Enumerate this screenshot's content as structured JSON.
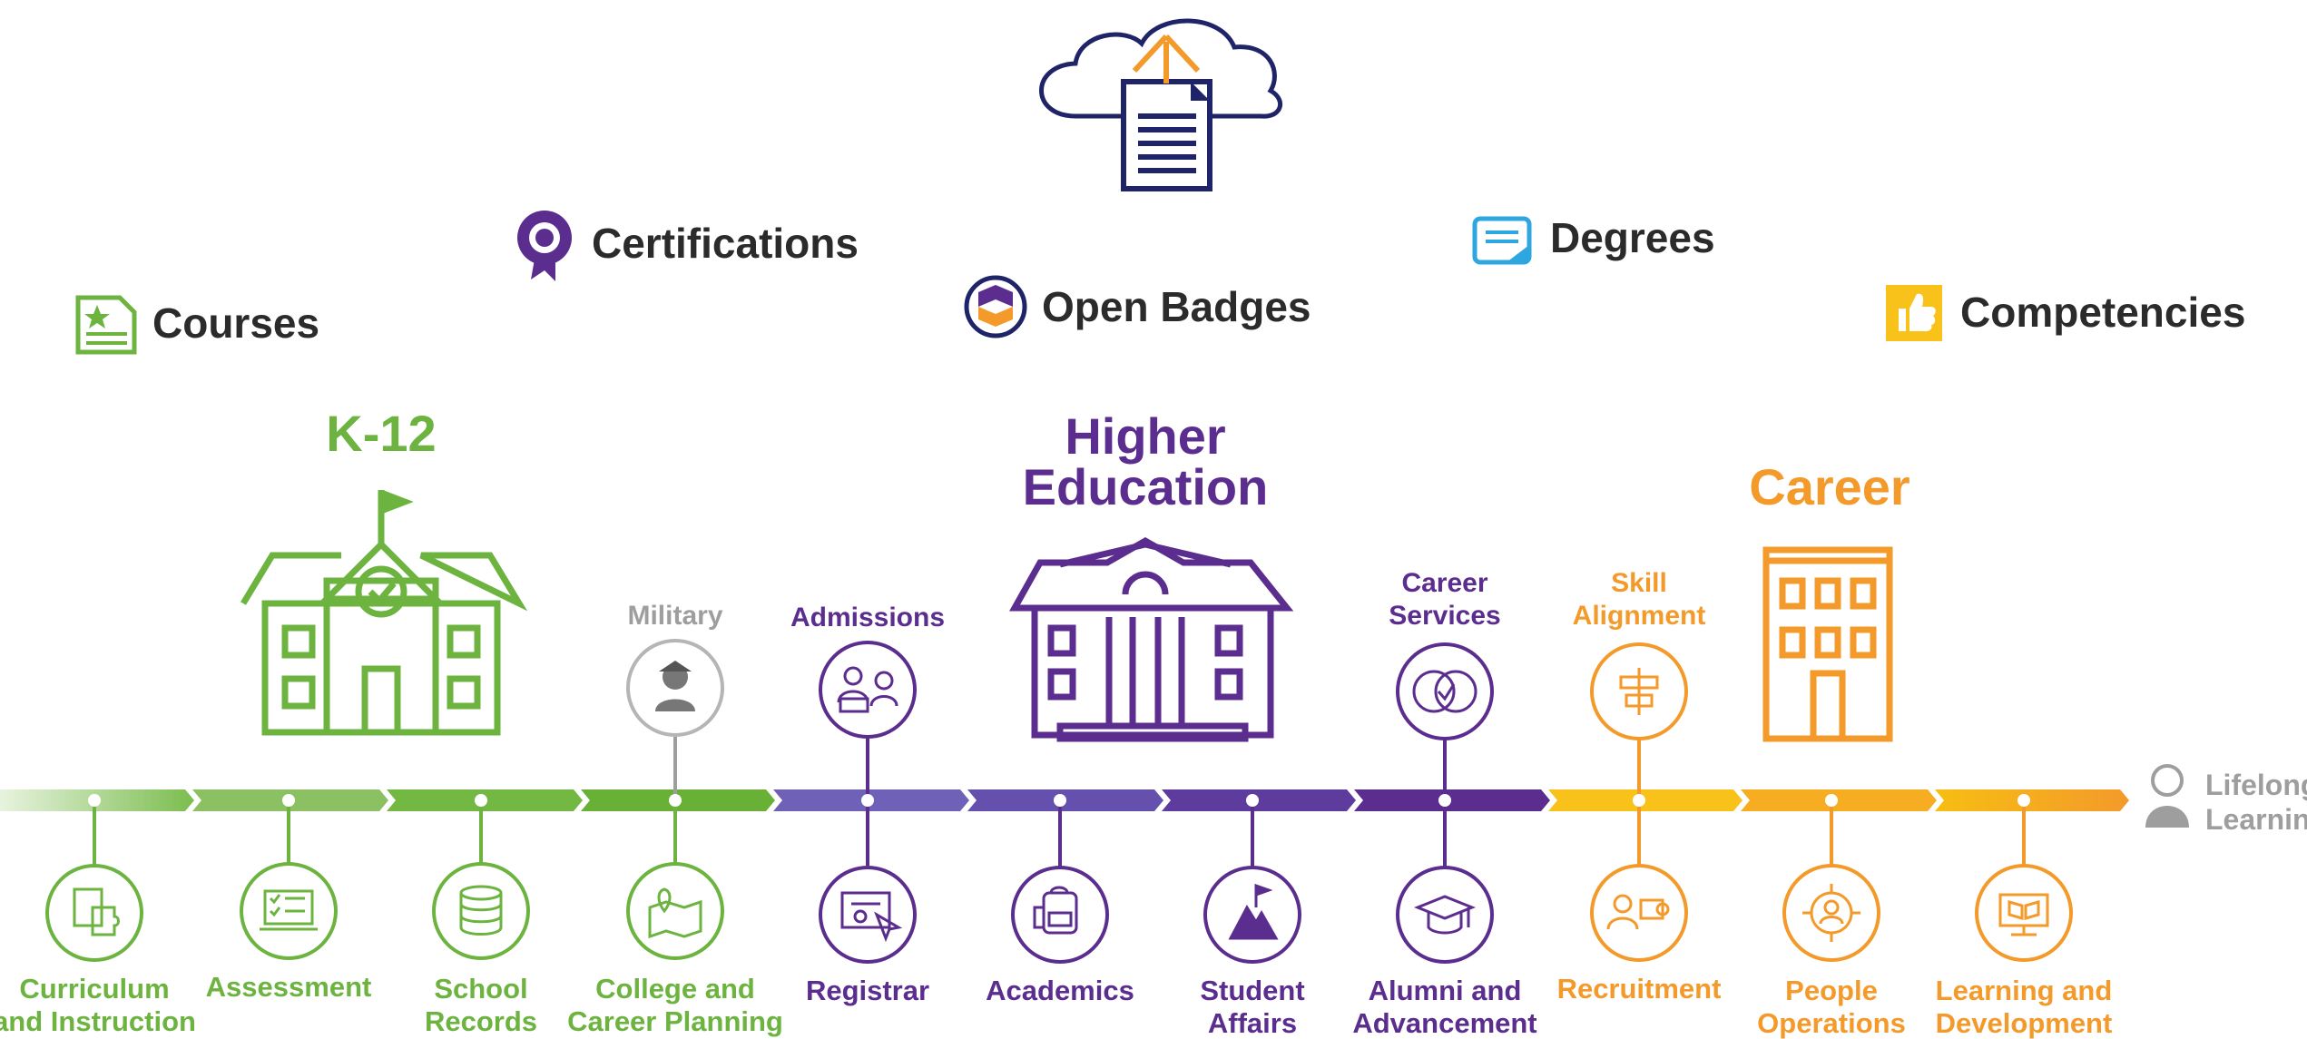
{
  "cloud": {
    "icon": "cloud-upload-document-icon"
  },
  "credentials": [
    {
      "label": "Courses",
      "icon": "certificate-star-icon"
    },
    {
      "label": "Certifications",
      "icon": "ribbon-badge-icon"
    },
    {
      "label": "Open Badges",
      "icon": "open-badges-icon"
    },
    {
      "label": "Degrees",
      "icon": "diploma-icon"
    },
    {
      "label": "Competencies",
      "icon": "thumbs-up-icon"
    }
  ],
  "stages": {
    "k12": {
      "title": "K-12",
      "color": "#6db33f",
      "icon": "schoolhouse-icon"
    },
    "higher": {
      "title_line1": "Higher",
      "title_line2": "Education",
      "color": "#5b2d8e",
      "icon": "university-icon"
    },
    "career": {
      "title": "Career",
      "color": "#f39a2b",
      "icon": "office-building-icon"
    }
  },
  "upper_nodes": [
    {
      "lines": [
        "Military"
      ],
      "icon": "soldier-icon",
      "color": "#9e9e9e"
    },
    {
      "lines": [
        "Admissions"
      ],
      "icon": "applicants-icon",
      "color": "#5b2d8e"
    },
    {
      "lines": [
        "Career",
        "Services"
      ],
      "icon": "venn-check-icon",
      "color": "#5b2d8e"
    },
    {
      "lines": [
        "Skill",
        "Alignment"
      ],
      "icon": "alignment-icon",
      "color": "#f39a2b"
    }
  ],
  "lower_nodes": [
    {
      "lines": [
        "Curriculum",
        "and Instruction"
      ],
      "icon": "puzzle-document-icon",
      "color": "#6db33f"
    },
    {
      "lines": [
        "Assessment"
      ],
      "icon": "checklist-monitor-icon",
      "color": "#6db33f"
    },
    {
      "lines": [
        "School",
        "Records"
      ],
      "icon": "database-icon",
      "color": "#6db33f"
    },
    {
      "lines": [
        "College and",
        "Career Planning"
      ],
      "icon": "map-pin-icon",
      "color": "#6db33f"
    },
    {
      "lines": [
        "Registrar"
      ],
      "icon": "certificate-pointer-icon",
      "color": "#5b2d8e"
    },
    {
      "lines": [
        "Academics"
      ],
      "icon": "backpack-icon",
      "color": "#5b2d8e"
    },
    {
      "lines": [
        "Student",
        "Affairs"
      ],
      "icon": "mountain-flag-icon",
      "color": "#5b2d8e"
    },
    {
      "lines": [
        "Alumni and",
        "Advancement"
      ],
      "icon": "graduation-cap-icon",
      "color": "#5b2d8e"
    },
    {
      "lines": [
        "Recruitment"
      ],
      "icon": "recruiter-icon",
      "color": "#f39a2b"
    },
    {
      "lines": [
        "People",
        "Operations"
      ],
      "icon": "person-target-icon",
      "color": "#f39a2b"
    },
    {
      "lines": [
        "Learning and",
        "Development"
      ],
      "icon": "presentation-screen-icon",
      "color": "#f39a2b"
    }
  ],
  "lifelong": {
    "lines": [
      "Lifelong",
      "Learning"
    ],
    "icon": "learner-icon",
    "color": "#9e9e9e"
  },
  "colors": {
    "green": "#6db33f",
    "purple": "#5b2d8e",
    "orange": "#f39a2b",
    "gray": "#9e9e9e",
    "navy": "#1f2367"
  }
}
